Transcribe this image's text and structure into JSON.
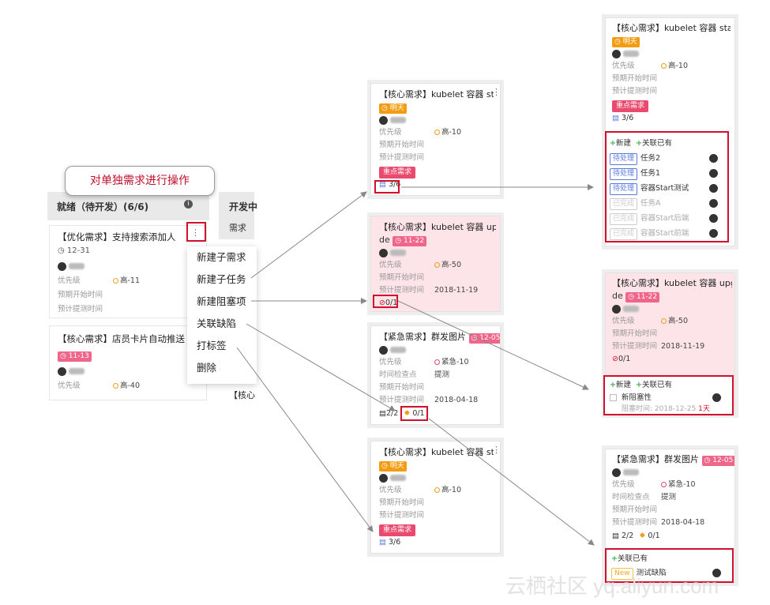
{
  "callout": "对单独需求进行操作",
  "board": {
    "column1_title": "就绪（待开发）(6/6)",
    "column2_title": "开发中",
    "column2_sub": "需求",
    "card1_title": "【优化需求】支持搜索添加人",
    "card1_date": "12-31",
    "card2_title": "【核心需求】店员卡片自动推送",
    "card2_date": "11-13",
    "card3_title_fragment": "【核心",
    "priority_label": "优先级",
    "start_label": "预期开始时间",
    "estimate_label": "预计提测时间",
    "priority_high11": "高-11",
    "priority_high40": "高-40"
  },
  "menu": {
    "items": [
      "新建子需求",
      "新建子任务",
      "新建阻塞项",
      "关联缺陷",
      "打标签",
      "删除"
    ]
  },
  "mid_cards": {
    "c1_title": "【核心需求】kubelet 容器 start",
    "c1_tag": "明天",
    "c1_priority": "高-10",
    "c1_label": "重点需求",
    "c1_subtasks": "3/6",
    "c2_title": "【核心需求】kubelet 容器 upgra",
    "c2_title2": "de",
    "c2_date": "11-22",
    "c2_priority": "高-50",
    "c2_estimate": "2018-11-19",
    "c2_block": "0/1",
    "c3_title": "【紧急需求】群发图片",
    "c3_date": "12-05",
    "c3_priority": "紧急-10",
    "c3_check_label": "时间检查点",
    "c3_check": "提测",
    "c3_estimate": "2018-04-18",
    "c3_sub": "2/2",
    "c3_bug": "0/1",
    "c4_title": "【核心需求】kubelet 容器 start",
    "c4_tag": "明天",
    "c4_priority": "高-10",
    "c4_label": "重点需求",
    "c4_subtasks": "3/6"
  },
  "right_panels": {
    "p1_title": "【核心需求】kubelet 容器 start",
    "p1_tag": "明天",
    "p1_priority": "高-10",
    "p1_label": "重点需求",
    "p1_subtasks": "3/6",
    "p1_new": "新建",
    "p1_link": "关联已有",
    "p1_tasks": [
      {
        "status": "待处理",
        "name": "任务2",
        "dim": false
      },
      {
        "status": "待处理",
        "name": "任务1",
        "dim": false
      },
      {
        "status": "待处理",
        "name": "容器Start测试",
        "dim": false
      },
      {
        "status": "已完成",
        "name": "任务A",
        "dim": true
      },
      {
        "status": "已完成",
        "name": "容器Start后端",
        "dim": true
      },
      {
        "status": "已完成",
        "name": "容器Start前端",
        "dim": true
      }
    ],
    "p2_title": "【核心需求】kubelet 容器 upgra",
    "p2_title2": "de",
    "p2_date": "11-22",
    "p2_priority": "高-50",
    "p2_estimate": "2018-11-19",
    "p2_block": "0/1",
    "p2_new": "新建",
    "p2_link": "关联已有",
    "p2_blocker": "新阻塞性",
    "p2_block_time_label": "阻塞时间:",
    "p2_block_time": "2018-12-25",
    "p2_block_days": "1天",
    "p3_title": "【紧急需求】群发图片",
    "p3_date": "12-05",
    "p3_priority": "紧急-10",
    "p3_check_label": "时间检查点",
    "p3_check": "提测",
    "p3_estimate": "2018-04-18",
    "p3_sub": "2/2",
    "p3_bug": "0/1",
    "p3_link": "关联已有",
    "p3_bug_status": "New",
    "p3_bug_name": "测试缺陷"
  },
  "watermark": "云栖社区 yq.aliyun.com",
  "colors": {
    "accent_red": "#d0102c",
    "tag_orange": "#f39c12",
    "tag_pink": "#f0668a",
    "status_blue": "#5b7be0"
  }
}
